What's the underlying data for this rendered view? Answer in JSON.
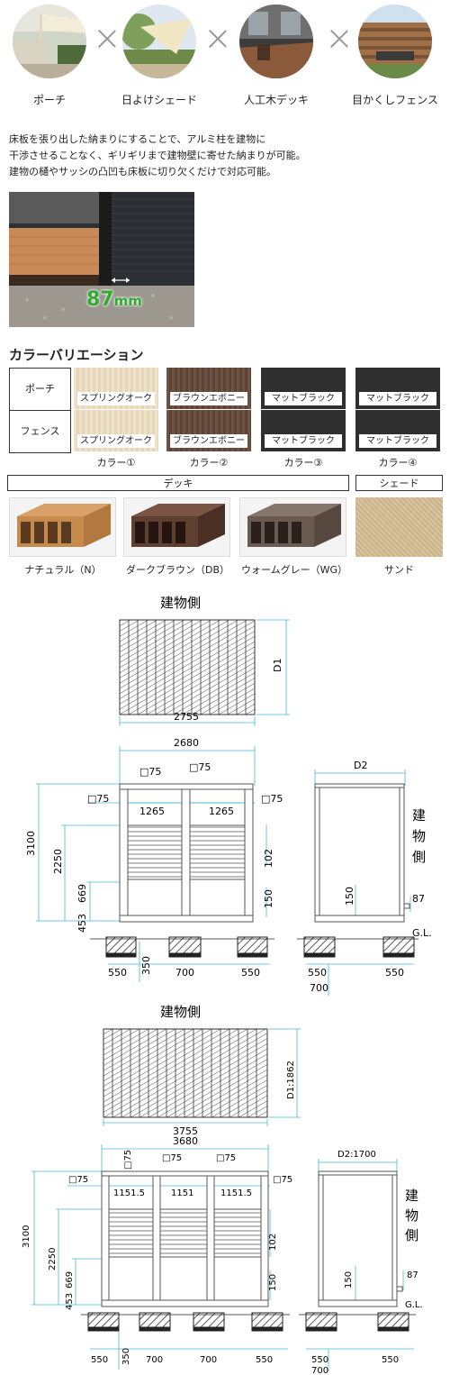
{
  "features": [
    {
      "label": "ポーチ",
      "icon": "porch-photo"
    },
    {
      "label": "日よけシェード",
      "icon": "shade-photo"
    },
    {
      "label": "人工木デッキ",
      "icon": "deck-photo"
    },
    {
      "label": "目かくしフェンス",
      "icon": "fence-photo"
    }
  ],
  "description": [
    "床板を張り出した納まりにすることで、アルミ柱を建物に",
    "干渉させることなく、ギリギリまで建物壁に寄せた納まりが可能。",
    "建物の樋やサッシの凸凹も床板に切り欠くだけで対応可能。"
  ],
  "photo_dimension": {
    "value": "87",
    "unit": "mm"
  },
  "color_variation": {
    "title": "カラーバリエーション",
    "row_labels": [
      "ポーチ",
      "フェンス"
    ],
    "colors": [
      {
        "porch": "スプリングオーク",
        "fence": "スプリングオーク",
        "name": "カラー①",
        "hex": "#ecdcc0"
      },
      {
        "porch": "ブラウンエボニー",
        "fence": "ブラウンエボニー",
        "name": "カラー②",
        "hex": "#6b5040"
      },
      {
        "porch": "マットブラック",
        "fence": "マットブラック",
        "name": "カラー③",
        "hex": "#2f2f2f"
      },
      {
        "porch": "マットブラック",
        "fence": "マットブラック",
        "name": "カラー④",
        "hex": "#2f2f2f"
      }
    ]
  },
  "deck": {
    "title": "デッキ",
    "items": [
      {
        "label": "ナチュラル（N）",
        "hex": "#c68a4c"
      },
      {
        "label": "ダークブラウン（DB）",
        "hex": "#5e3f30"
      },
      {
        "label": "ウォームグレー（WG）",
        "hex": "#6b5a4f"
      }
    ]
  },
  "shade": {
    "title": "シェード",
    "label": "サンド",
    "hex": "#d8c49e"
  },
  "drawing1": {
    "side_label": "建物側",
    "plan_width": "2755",
    "plan_depth": "D1",
    "front_width": "2680",
    "post_size": "□75",
    "span_left": "1265",
    "span_right": "1265",
    "height_total": "3100",
    "height_2250": "2250",
    "height_669": "669",
    "height_453": "453",
    "dim_102": "102",
    "dim_150": "150",
    "dim_350": "350",
    "base_550": "550",
    "base_700": "700",
    "side_depth": "D2",
    "side_label_v": [
      "建",
      "物",
      "側"
    ],
    "dim_87": "87",
    "gl": "G.L."
  },
  "drawing2": {
    "side_label": "建物側",
    "plan_width": "3755",
    "plan_depth": "D1:1862",
    "front_width": "3680",
    "post_size": "□75",
    "span_left": "1151.5",
    "span_mid": "1151",
    "span_right": "1151.5",
    "height_total": "3100",
    "height_2250": "2250",
    "height_669": "669",
    "height_453": "453",
    "dim_102": "102",
    "dim_150": "150",
    "dim_350": "350",
    "base_550": "550",
    "base_700": "700",
    "side_depth": "D2:1700",
    "side_label_v": [
      "建",
      "物",
      "側"
    ],
    "dim_87": "87",
    "gl": "G.L."
  }
}
